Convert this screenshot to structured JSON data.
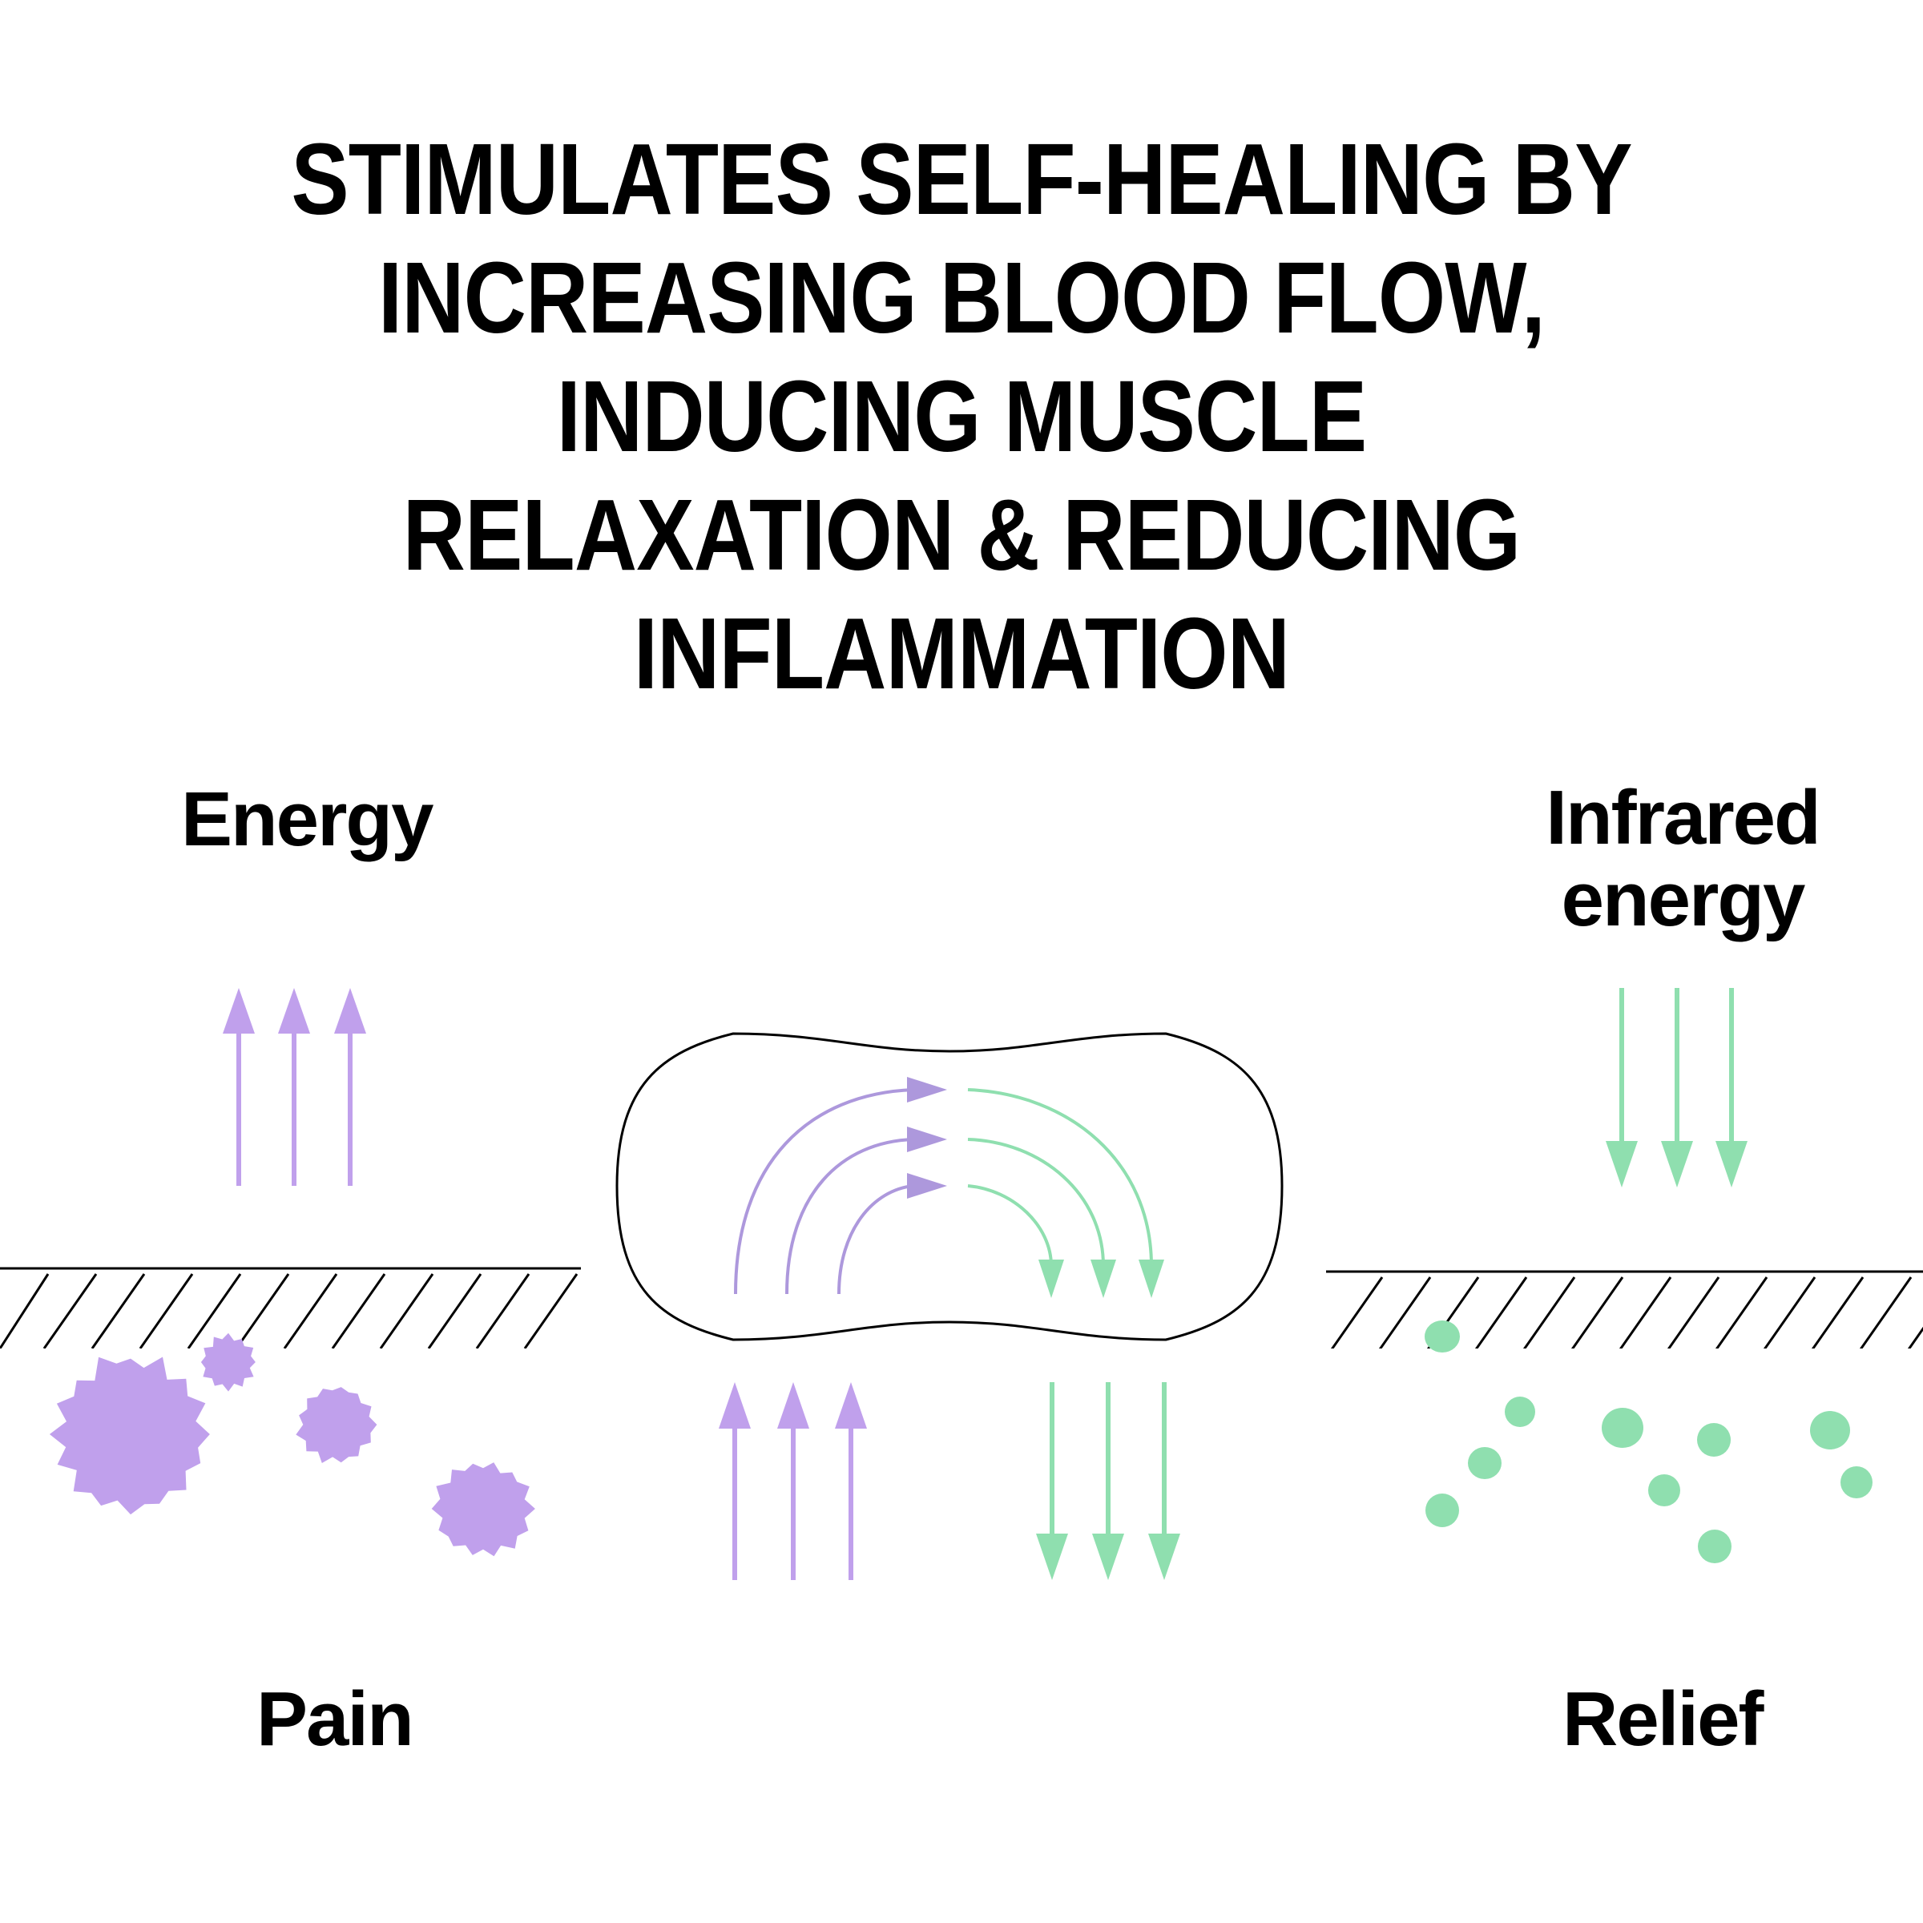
{
  "headline": {
    "lines": [
      "STIMULATES SELF-HEALING BY",
      "INCREASING BLOOD FLOW,",
      "INDUCING MUSCLE",
      "RELAXATION & REDUCING",
      "INFLAMMATION"
    ]
  },
  "labels": {
    "energy": "Energy",
    "infrared_line1": "Infrared",
    "infrared_line2": "energy",
    "pain": "Pain",
    "relief": "Relief"
  },
  "colors": {
    "purple": "#c0a0ec",
    "green": "#8fdfaf",
    "dark": "#000000"
  }
}
